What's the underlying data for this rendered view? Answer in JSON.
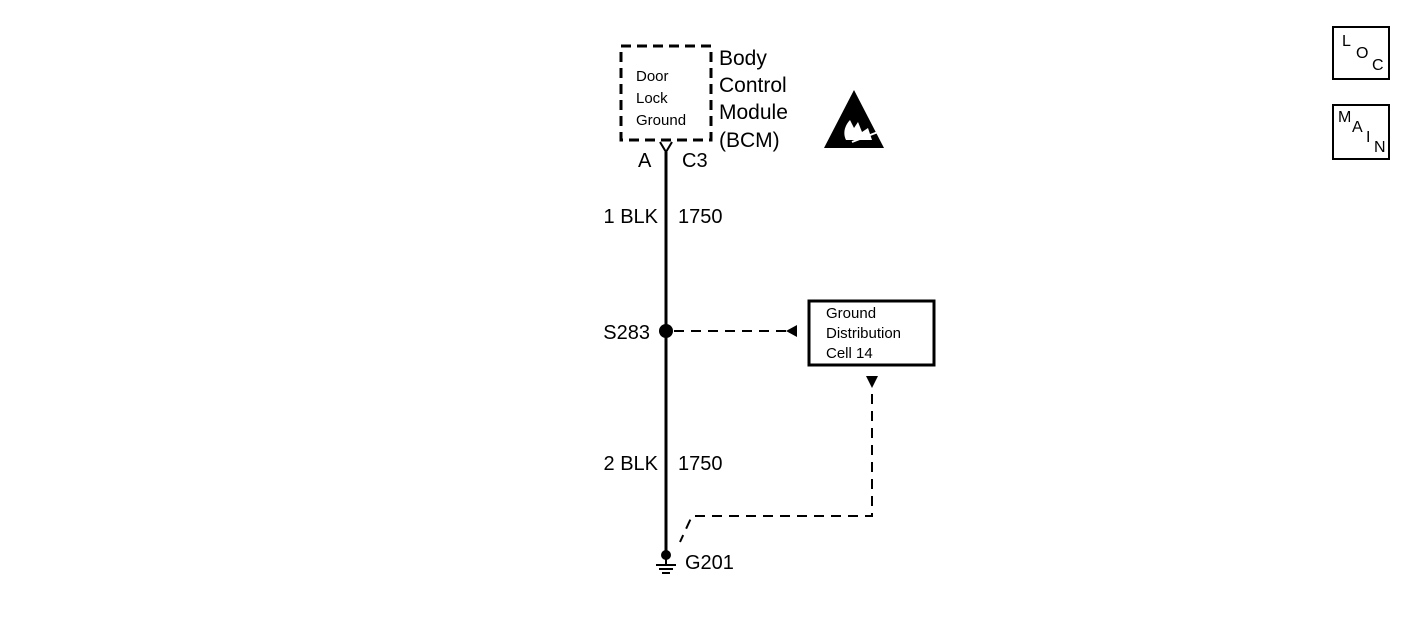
{
  "module": {
    "name_lines": [
      "Body",
      "Control",
      "Module",
      "(BCM)"
    ],
    "internal_label_lines": [
      "Door",
      "Lock",
      "Ground"
    ],
    "pin": "A",
    "connector": "C3"
  },
  "icons": {
    "esd": "electrostatic-discharge-warning-icon",
    "ground": "ground-symbol-icon"
  },
  "wires": [
    {
      "gauge_color": "1 BLK",
      "circuit": "1750"
    },
    {
      "gauge_color": "2 BLK",
      "circuit": "1750"
    }
  ],
  "splice": {
    "label": "S283"
  },
  "ground": {
    "label": "G201"
  },
  "reference_box": {
    "lines": [
      "Ground",
      "Distribution",
      "Cell 14"
    ]
  },
  "nav": {
    "loc": {
      "letters": [
        "L",
        "O",
        "C"
      ]
    },
    "main": {
      "letters": [
        "M",
        "A",
        "I",
        "N"
      ]
    }
  }
}
